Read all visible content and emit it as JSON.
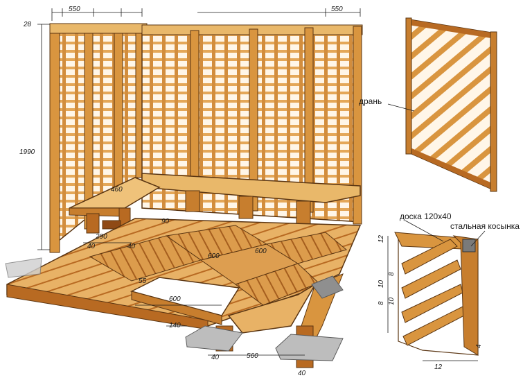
{
  "colors": {
    "wood_light": "#e9b86a",
    "wood_mid": "#d9953f",
    "wood_dark": "#b86a22",
    "outline": "#5a3512",
    "stone": "#bdbdbd",
    "stone_dark": "#8f8f8f"
  },
  "dimensions": {
    "top_width_left": "550",
    "top_width_right": "550",
    "post_offset": "28",
    "height": "1990",
    "bench_depth": "460",
    "bench_gap": "90",
    "floor_gap_a": "290",
    "floor_gap_b": "40",
    "floor_gap_c": "40",
    "panel_600_a": "600",
    "panel_600_b": "600",
    "hatch_55": "55",
    "hatch_600": "600",
    "joist_140": "140",
    "joist_40_a": "40",
    "joist_40_b": "40",
    "joist_560": "560"
  },
  "labels": {
    "lath": "дрань",
    "board": "доска 120х40",
    "bracket": "стальная косынка"
  },
  "detail_dimensions": {
    "d12_top": "12",
    "d8_a": "8",
    "d10": "10",
    "d8_b": "8",
    "d10_b": "10",
    "d12_bottom": "12",
    "d4": "4"
  }
}
